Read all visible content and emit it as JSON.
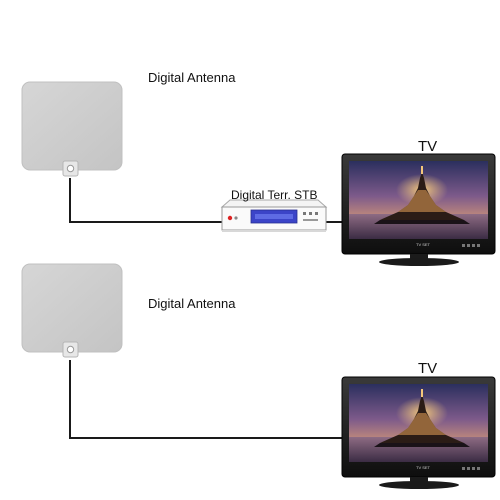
{
  "setup_with_stb": {
    "antenna_label": "Digital Antenna",
    "stb_label": "Digital Terr. STB",
    "tv_label": "TV"
  },
  "direct_setup": {
    "antenna_label": "Digital Antenna",
    "tv_label": "TV"
  },
  "colors": {
    "antenna": "#cfcfcf",
    "cable": "#1a1a1a",
    "tv_bezel": "#1c1c1c",
    "stb_display": "#3b44c8"
  }
}
